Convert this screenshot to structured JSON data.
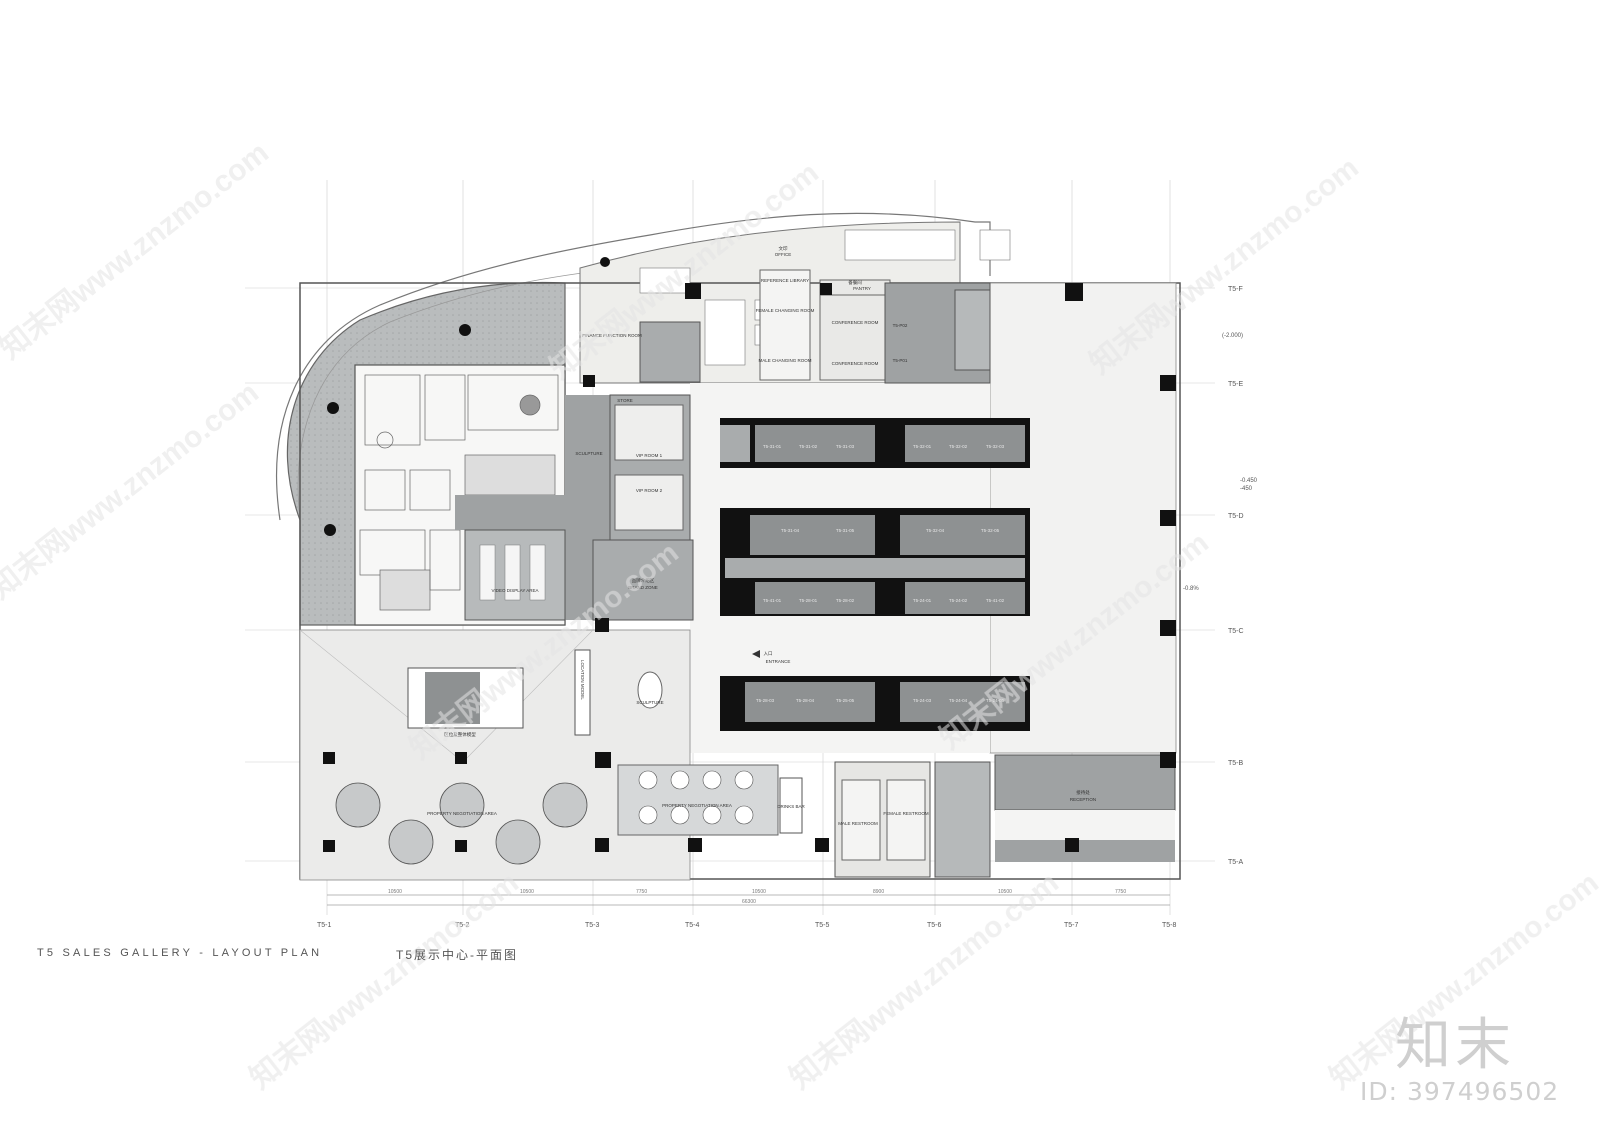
{
  "title": {
    "en": "T5 SALES GALLERY - LAYOUT PLAN",
    "cn": "T5展示中心-平面图"
  },
  "watermark": {
    "brand": "知末",
    "id": "ID: 397496502",
    "site": "知末网www.znzmo.com"
  },
  "grid": {
    "columns": [
      "T5-1",
      "T5-2",
      "T5-3",
      "T5-4",
      "T5-5",
      "T5-6",
      "T5-7",
      "T5-8"
    ],
    "rows": [
      "T5-F",
      "T5-E",
      "T5-D",
      "T5-C",
      "T5-B",
      "T5-A"
    ],
    "dims_bottom": [
      "10500",
      "10500",
      "7750",
      "10500",
      "8900",
      "10500",
      "7750"
    ],
    "dim_total": "66300"
  },
  "levels": [
    "(-2.000)",
    "-0.450",
    "-450",
    "-0.8%"
  ],
  "rooms": {
    "office_cn": "文印",
    "office": "OFFICE",
    "pantry_cn": "备餐间",
    "pantry": "PANTRY",
    "reference_library": "REFERENCE LIBRARY",
    "female_changing": "FEMALE CHANGING ROOM",
    "male_changing": "MALE CHANGING ROOM",
    "conference": "CONFERENCE ROOM",
    "finance_function": "FINANCE FUNCTION ROOM",
    "store": "STORE",
    "sculpture": "SCULPTURE",
    "vip1": "VIP ROOM 1",
    "vip2": "VIP ROOM 2",
    "video_display": "VIDEO DISPLAY AREA",
    "brand_zone_cn": "品牌介绍区",
    "brand_zone": "BRAND ZONE",
    "entrance_cn": "入口",
    "entrance": "ENTRANCE",
    "location_model": "LOCATION MODEL",
    "model_cn": "区位及整体模型",
    "negotiation_left": "PROPERTY NEGOTIATION AREA",
    "negotiation_mid": "PROPERTY NEGOTIATION AREA",
    "drinks_bar": "DRINKS BAR",
    "male_restroom": "MALE RESTROOM",
    "female_restroom": "FEMALE RESTROOM",
    "reception_cn": "接待处",
    "reception": "RECEPTION",
    "p01": "T5-P01",
    "p02": "T5-P02"
  },
  "units_row1": [
    "T5-31-01",
    "T5-31-02",
    "T5-31-03",
    "T5-32-01",
    "T5-32-02",
    "T5-32-03"
  ],
  "units_row2": [
    "T5-31-04",
    "T5-31-05",
    "T5-32-04",
    "T5-32-05"
  ],
  "units_row3": [
    "T5-41-01",
    "T5-28-01",
    "T5-28-02",
    "T5-24-01",
    "T5-24-02",
    "T5-41-02"
  ],
  "units_row4": [
    "T5-28-03",
    "T5-28-04",
    "T5-25-05",
    "T5-24-03",
    "T5-24-04",
    "T5-24-05"
  ]
}
